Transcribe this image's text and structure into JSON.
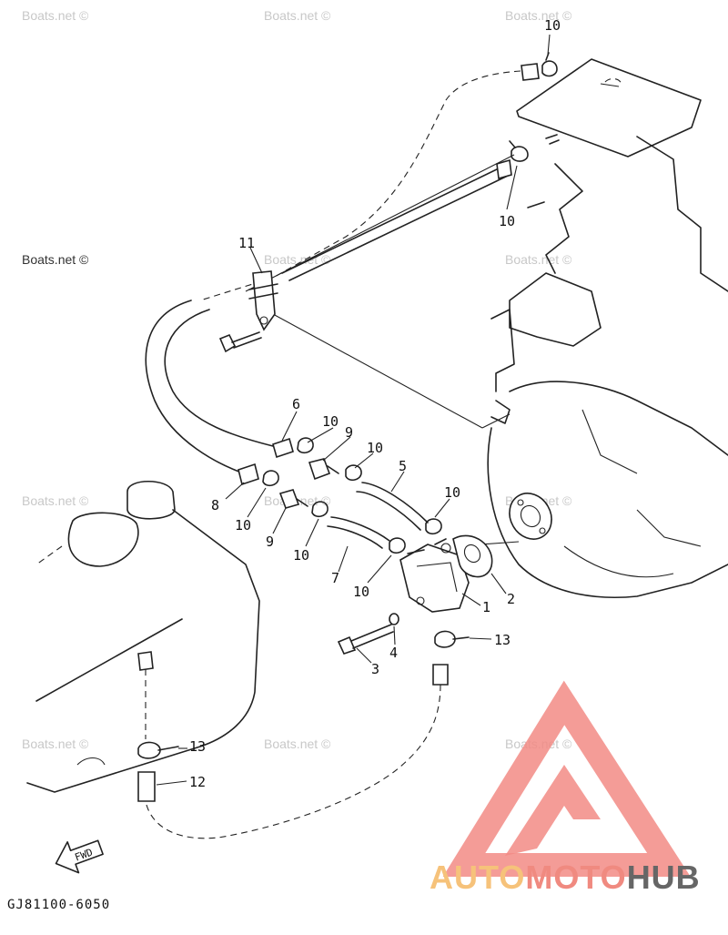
{
  "diagram": {
    "watermark_text": "Boats.net ©",
    "drawing_code": "GJ81100-6050",
    "forward_arrow_label": "FWD",
    "callouts": {
      "part_1": "1",
      "part_2": "2",
      "part_3": "3",
      "part_4": "4",
      "part_5": "5",
      "part_6": "6",
      "part_7": "7",
      "part_8": "8",
      "part_9a": "9",
      "part_9b": "9",
      "part_10a": "10",
      "part_10b": "10",
      "part_10c": "10",
      "part_10d": "10",
      "part_10e": "10",
      "part_10f": "10",
      "part_10g": "10",
      "part_10h": "10",
      "part_11": "11",
      "part_12": "12",
      "part_13a": "13",
      "part_13b": "13"
    }
  },
  "logo": {
    "word_auto": "AUTO",
    "word_moto": "MOTO",
    "word_hub": "HUB",
    "colors": {
      "auto": "#f6c27a",
      "moto": "#f08a80",
      "hub": "#666666",
      "triangle": "#f28b85"
    }
  }
}
